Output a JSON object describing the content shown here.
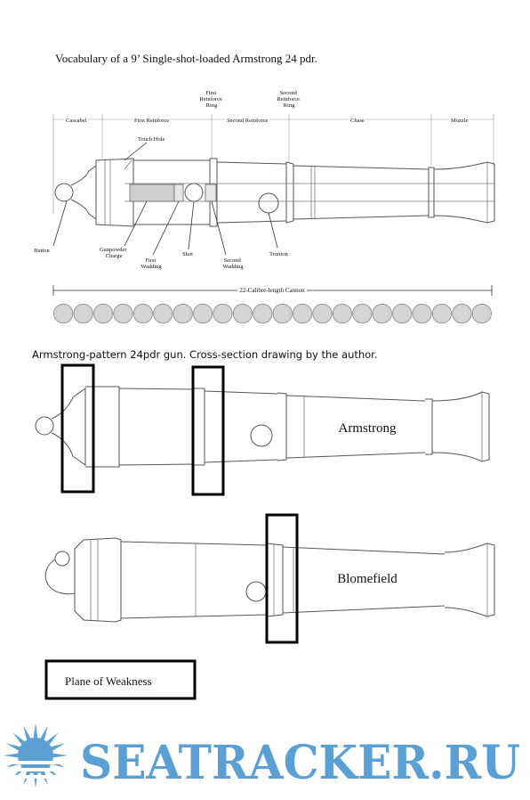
{
  "title": "Vocabulary of a 9’ Single-shot-loaded Armstrong 24 pdr.",
  "sections": {
    "cascabel": "Cascabel",
    "first_reinforce": "First Reinforce",
    "second_reinforce": "Second Reinforce",
    "chase": "Chase",
    "muzzle": "Muzzle"
  },
  "rings": {
    "first_ring": [
      "First",
      "Reinforce",
      "Ring"
    ],
    "second_ring": [
      "Second",
      "Reinforce",
      "Ring"
    ]
  },
  "parts": {
    "touch_hole": "Touch Hole",
    "button": "Button",
    "gunpowder_charge": [
      "Gunpowder",
      "Charge"
    ],
    "first_wadding": [
      "First",
      "Wadding"
    ],
    "shot": "Shot",
    "second_wadding": [
      "Second",
      "Wadding"
    ],
    "trunion": "Trunion"
  },
  "calibre_label": "22-Calibre-length Cannon",
  "calibre_ball_count": 22,
  "caption": "Armstrong-pattern 24pdr gun. Cross-section drawing by the author.",
  "gun_labels": {
    "armstrong": "Armstrong",
    "blomefield": "Blomefield"
  },
  "legend_label": "Plane of Weakness",
  "watermark_text": "SEATRACKER.RU",
  "colors": {
    "watermark": "#5aa0d4",
    "ball_fill": "#d4d4d4",
    "line": "#777777"
  }
}
